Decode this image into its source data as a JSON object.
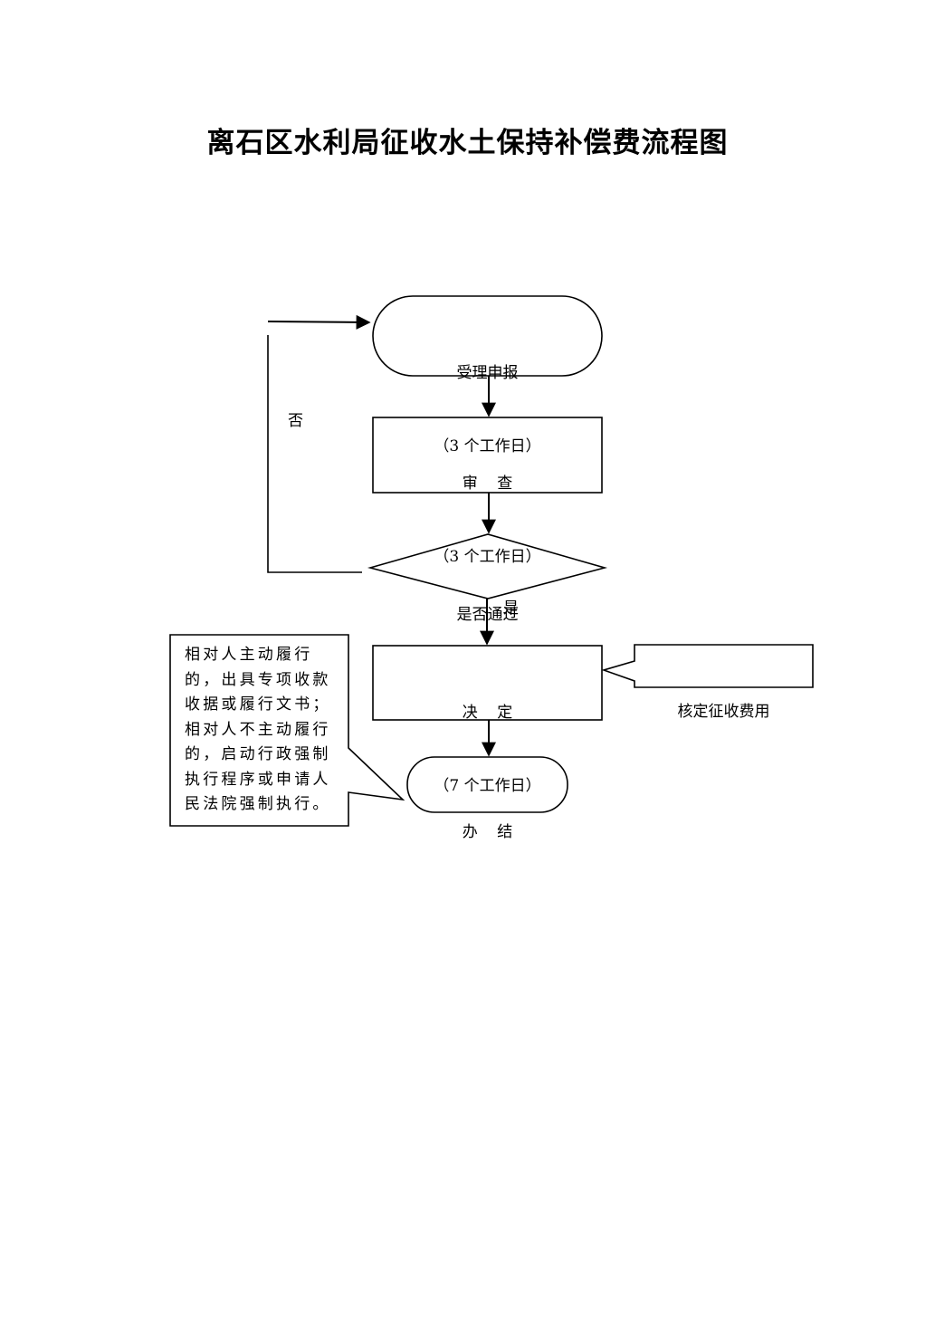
{
  "title": "离石区水利局征收水土保持补偿费流程图",
  "nodes": {
    "accept": {
      "line1": "受理申报",
      "line2": "（3 个工作日）"
    },
    "review": {
      "line1": "审    查",
      "line2": "（3 个工作日）"
    },
    "decision": {
      "text": "是否通过"
    },
    "decide": {
      "line1": "决    定",
      "line2": "（7 个工作日）"
    },
    "finish": {
      "text": "办    结"
    },
    "fee": {
      "text": "核定征收费用"
    }
  },
  "edges": {
    "no_label": "否",
    "yes_label": "是"
  },
  "note": {
    "lines": [
      "相对人主动履行",
      "的，出具专项收款",
      "收据或履行文书；",
      "相对人不主动履行",
      "的，启动行政强制",
      "执行程序或申请人",
      "民法院强制执行。"
    ]
  }
}
